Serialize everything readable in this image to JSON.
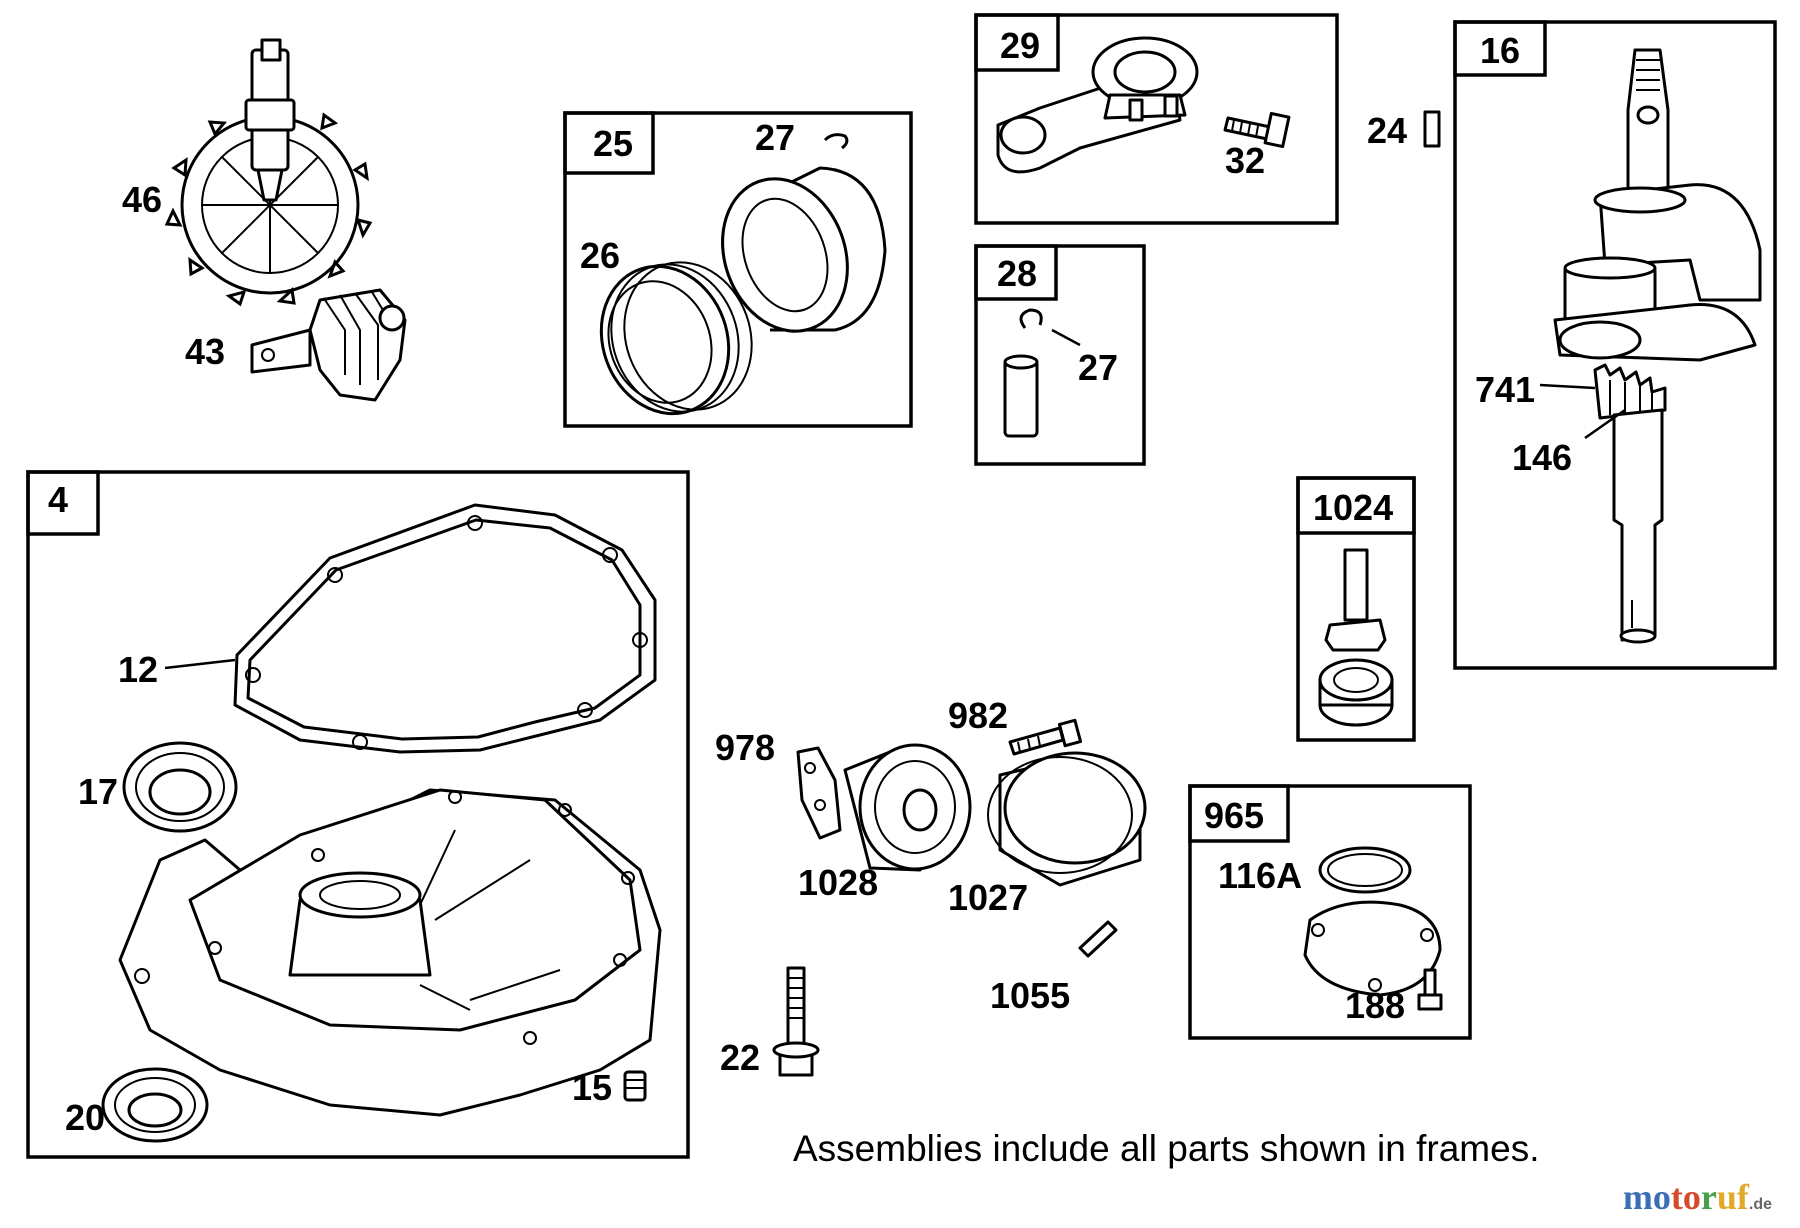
{
  "frames": {
    "f25": "25",
    "f29": "29",
    "f28": "28",
    "f16": "16",
    "f4": "4",
    "f1024": "1024",
    "f965": "965"
  },
  "labels": {
    "p46": "46",
    "p43": "43",
    "p27a": "27",
    "p26": "26",
    "p32": "32",
    "p27b": "27",
    "p24": "24",
    "p741": "741",
    "p146": "146",
    "p12": "12",
    "p17": "17",
    "p20": "20",
    "p15": "15",
    "p978": "978",
    "p982": "982",
    "p1028": "1028",
    "p1027": "1027",
    "p1055": "1055",
    "p22": "22",
    "p116a": "116A",
    "p188": "188"
  },
  "note": "Assemblies include all parts shown in frames.",
  "brand": {
    "m1": "mo",
    "m2": "to",
    "m3": "r",
    "m4": "uf",
    "de": ".de"
  },
  "colors": {
    "line": "#000000",
    "background": "#ffffff",
    "brand_blue": "#3a6fb5",
    "brand_red": "#d64a2c",
    "brand_green": "#4aa04a",
    "brand_yellow": "#e2a82a"
  },
  "icons": {
    "camshaft": "camshaft-gear-icon",
    "governor": "governor-icon",
    "piston": "piston-icon",
    "rings": "piston-rings-icon",
    "rod": "connecting-rod-icon",
    "pin": "piston-pin-icon",
    "crankshaft": "crankshaft-icon",
    "sump": "crankcase-sump-icon",
    "pump": "oil-pump-icon",
    "filter": "oil-filter-icon",
    "adapter": "oil-filter-adapter-icon"
  }
}
